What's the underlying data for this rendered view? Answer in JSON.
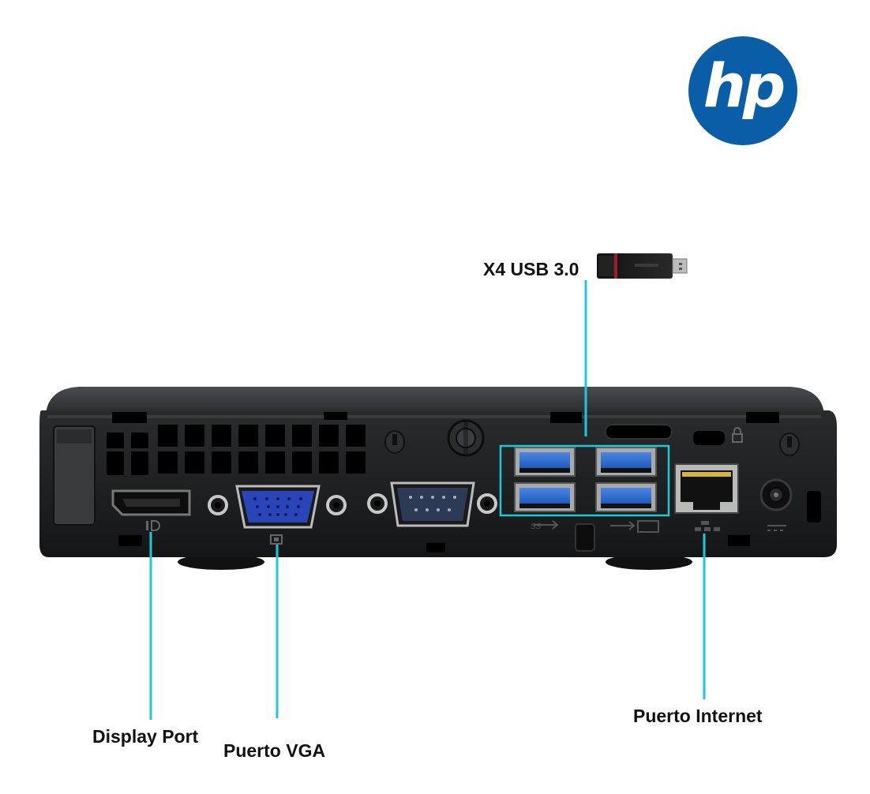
{
  "brand": {
    "logo": "hp",
    "color": "#0a5ea8"
  },
  "labels": {
    "usb": "X4 USB 3.0",
    "display_port": "Display Port",
    "vga": "Puerto VGA",
    "ethernet": "Puerto Internet"
  },
  "colors": {
    "callout": "#1ec8dc",
    "chassis": "#1e1f21",
    "usb_blue": "#2e6fd0",
    "vga_blue": "#2a45b8"
  },
  "icons": [
    "usb-drive-icon",
    "displayport-icon",
    "vga-icon",
    "usb-ss-icon",
    "usb-icon",
    "keyboard-icon",
    "ethernet-icon",
    "power-icon",
    "lock-icon"
  ]
}
